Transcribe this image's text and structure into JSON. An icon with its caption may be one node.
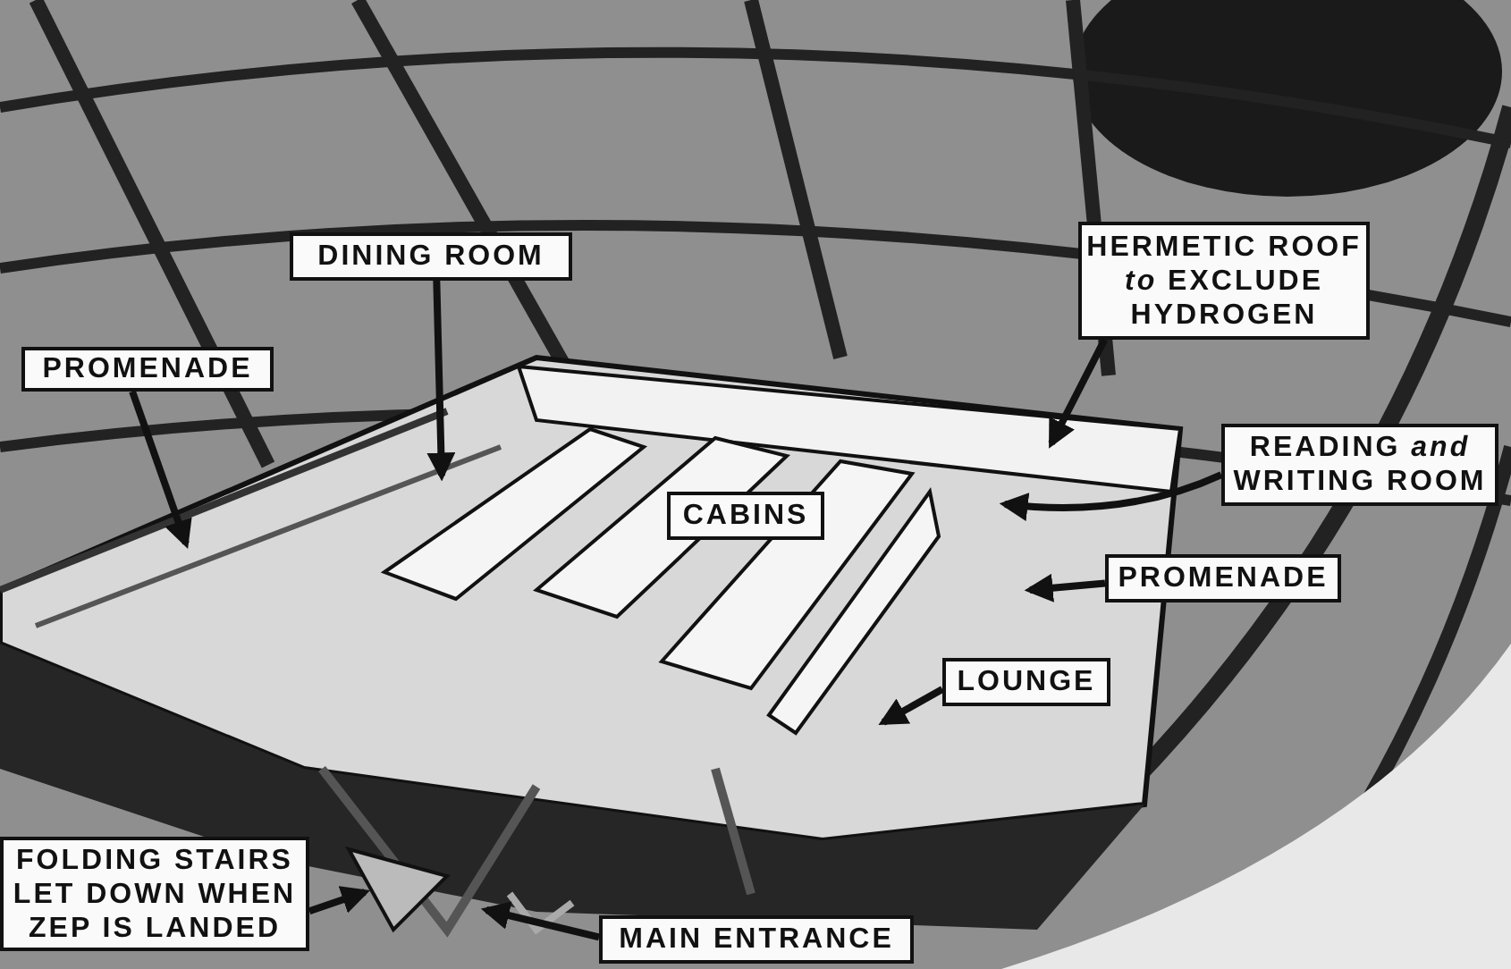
{
  "diagram": {
    "nodes": [
      {
        "text": [
          "DINING ROOM"
        ]
      },
      {
        "text": [
          "HERMETIC ROOF *to* EXCLUDE HYDROGEN"
        ]
      },
      {
        "text": [
          "PROMENADE"
        ]
      },
      {
        "text": [
          "READING *and* WRITING ROOM"
        ]
      },
      {
        "text": [
          "CABINS"
        ]
      },
      {
        "text": [
          "PROMENADE"
        ]
      },
      {
        "text": [
          "LOUNGE"
        ]
      },
      {
        "text": [
          "FOLDING STAIRS LET DOWN WHEN ZEP IS LANDED"
        ]
      },
      {
        "text": [
          "MAIN ENTRANCE"
        ]
      }
    ],
    "edges": [
      {
        "from": 0,
        "to": null,
        "arrow": "to"
      },
      {
        "from": 1,
        "to": null,
        "arrow": "to"
      },
      {
        "from": 2,
        "to": null,
        "arrow": "to"
      },
      {
        "from": 3,
        "to": null,
        "arrow": "to"
      },
      {
        "from": 5,
        "to": null,
        "arrow": "to"
      },
      {
        "from": 6,
        "to": null,
        "arrow": "to"
      },
      {
        "from": 7,
        "to": null,
        "arrow": "to"
      },
      {
        "from": 8,
        "to": null,
        "arrow": "to"
      }
    ]
  }
}
